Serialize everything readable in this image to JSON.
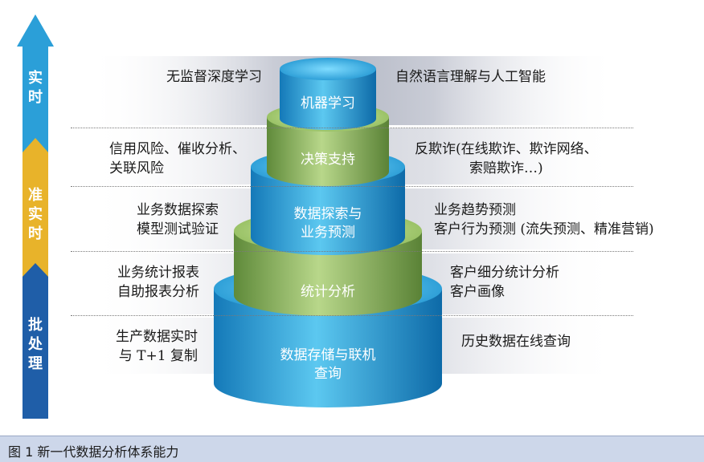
{
  "arrow": {
    "segments": [
      {
        "label": "实\n时",
        "color": "#2b9fd8"
      },
      {
        "label": "准\n实\n时",
        "color": "#e8b32a"
      },
      {
        "label": "批\n处\n理",
        "color": "#1f5ea8"
      }
    ]
  },
  "layers": [
    {
      "label": "机器学习",
      "left": "无监督深度学习",
      "right": "自然语言理解与人工智能"
    },
    {
      "label": "决策支持",
      "left": "信用风险、催收分析、\n关联风险",
      "right": "反欺诈(在线欺诈、欺诈网络、\n索赔欺诈…)"
    },
    {
      "label": "数据探索与\n业务预测",
      "left": "业务数据探索\n模型测试验证",
      "right": "业务趋势预测\n客户行为预测 (流失预测、精准营销)"
    },
    {
      "label": "统计分析",
      "left": "业务统计报表\n自助报表分析",
      "right": "客户细分统计分析\n客户画像"
    },
    {
      "label": "数据存储与联机\n查询",
      "left": "生产数据实时\n与 T+1 复制",
      "right": "历史数据在线查询"
    }
  ],
  "caption": "图 1  新一代数据分析体系能力"
}
